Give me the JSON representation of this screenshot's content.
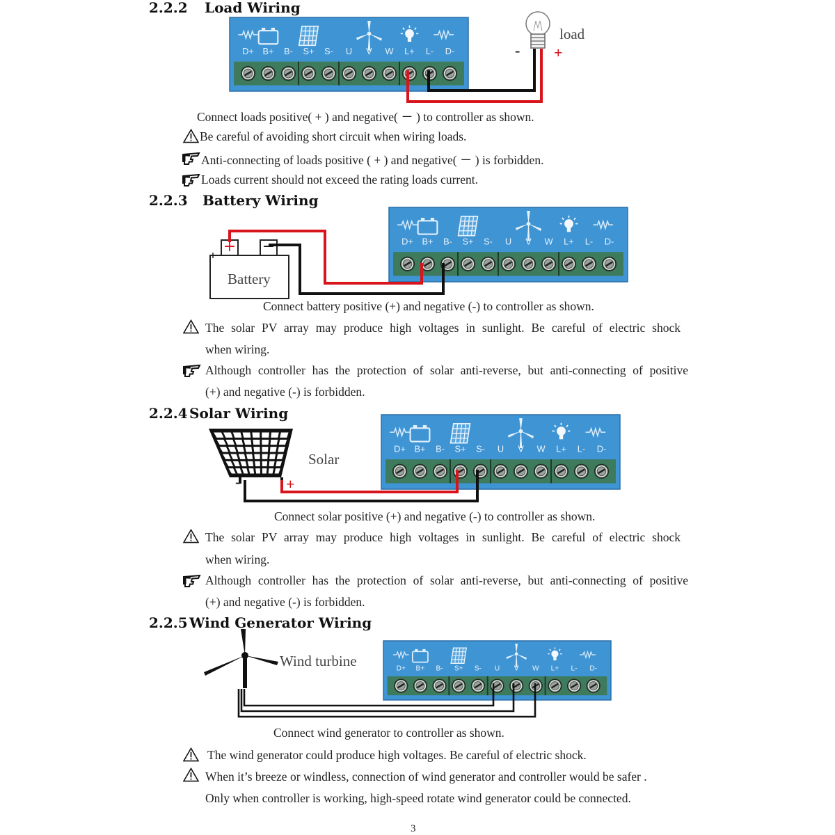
{
  "terminal_labels": [
    "D+",
    "B+",
    "B-",
    "S+",
    "S-",
    "U",
    "V",
    "W",
    "L+",
    "L-",
    "D-"
  ],
  "colors": {
    "panel": "#3f94d4",
    "panel_border": "#2a6fa8",
    "terminal_strip": "#3e7a5c",
    "wire_red": "#d8141c",
    "wire_black": "#111111"
  },
  "icons": [
    "warning-triangle-icon",
    "pointing-hand-icon",
    "resistor-icon",
    "battery-icon",
    "solar-panel-icon",
    "wind-turbine-icon",
    "bulb-icon"
  ],
  "load": {
    "heading_num": "2.2.2",
    "heading_title": "Load Wiring",
    "device_label": "load",
    "minus": "-",
    "plus": "+",
    "caption": "Connect loads positive( + ) and negative( － ) to controller as shown.",
    "notes": [
      "Be careful of avoiding short circuit when wiring loads.",
      "Anti-connecting of loads positive ( + ) and negative( － ) is forbidden.",
      "Loads current should not exceed the rating loads current."
    ]
  },
  "battery": {
    "heading_num": "2.2.3",
    "heading_title": "Battery Wiring",
    "device_label": "Battery",
    "plus": "+",
    "minus": "−",
    "caption": "Connect battery positive (+) and negative (-) to controller as shown.",
    "note1_line1": "The solar PV array may produce high voltages in sunlight. Be careful of electric shock",
    "note1_line2": "when wiring.",
    "note2_line1": "Although controller has the protection of solar anti-reverse, but anti-connecting of positive",
    "note2_line2": "(+) and negative (-) is forbidden."
  },
  "solar": {
    "heading_num": "2.2.4",
    "heading_title": "Solar Wiring",
    "device_label": "Solar",
    "minus": "-",
    "plus": "+",
    "caption": "Connect solar positive (+) and negative (-) to controller as shown.",
    "note1_line1": "The solar PV array may produce high voltages in sunlight. Be careful of electric shock",
    "note1_line2": "when wiring.",
    "note2_line1": "Although controller has the protection of solar anti-reverse, but anti-connecting of positive",
    "note2_line2": "(+) and negative (-) is forbidden."
  },
  "wind": {
    "heading_num": "2.2.5",
    "heading_title": "Wind Generator Wiring",
    "device_label": "Wind turbine",
    "caption": "Connect wind generator to controller as shown.",
    "note1": "The wind generator could produce high voltages. Be careful of electric shock.",
    "note2_line1": "When it’s breeze or windless, connection of wind generator and controller would be safer .",
    "note2_line2": "Only when controller is working, high-speed rotate wind generator could be connected."
  },
  "page_number": "3"
}
